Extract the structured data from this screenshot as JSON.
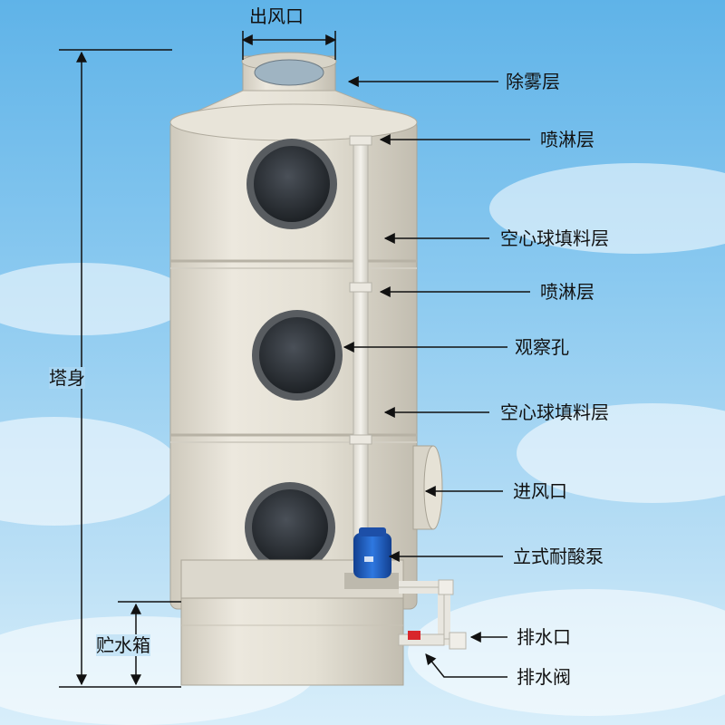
{
  "labels": {
    "outlet": "出风口",
    "demister": "除雾层",
    "spray_top": "喷淋层",
    "packing_top": "空心球填料层",
    "spray_mid": "喷淋层",
    "viewport": "观察孔",
    "packing_bottom": "空心球填料层",
    "inlet": "进风口",
    "pump": "立式耐酸泵",
    "drain_outlet": "排水口",
    "drain_valve": "排水阀",
    "tower_body": "塔身",
    "water_tank": "贮水箱"
  },
  "colors": {
    "tower": "#e6e2d6",
    "tower_shadow": "#c9c4b6",
    "window": "#2a2e33",
    "pump": "#1f5fc4",
    "valve": "#d8262c",
    "arrow": "#111111"
  }
}
